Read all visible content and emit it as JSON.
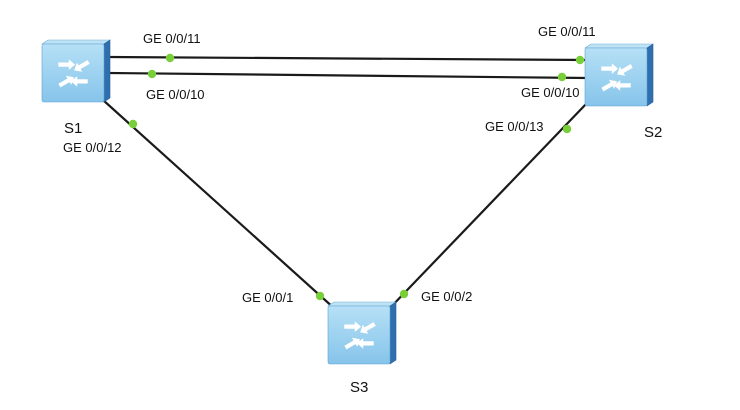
{
  "devices": [
    {
      "id": "S1",
      "label": "S1",
      "icon": "switch-icon"
    },
    {
      "id": "S2",
      "label": "S2",
      "icon": "switch-icon"
    },
    {
      "id": "S3",
      "label": "S3",
      "icon": "switch-icon"
    }
  ],
  "links": [
    {
      "from": "S1",
      "from_port": "GE 0/0/11",
      "to": "S2",
      "to_port": "GE 0/0/11"
    },
    {
      "from": "S1",
      "from_port": "GE 0/0/10",
      "to": "S2",
      "to_port": "GE 0/0/10"
    },
    {
      "from": "S1",
      "from_port": "GE 0/0/12",
      "to": "S3",
      "to_port": "GE 0/0/1"
    },
    {
      "from": "S2",
      "from_port": "GE 0/0/13",
      "to": "S3",
      "to_port": "GE 0/0/2"
    }
  ],
  "colors": {
    "link": "#1a1a1a",
    "port_dot": "#79cf3a",
    "switch_front": "#9fd3f0",
    "switch_side": "#2f6fb0"
  }
}
